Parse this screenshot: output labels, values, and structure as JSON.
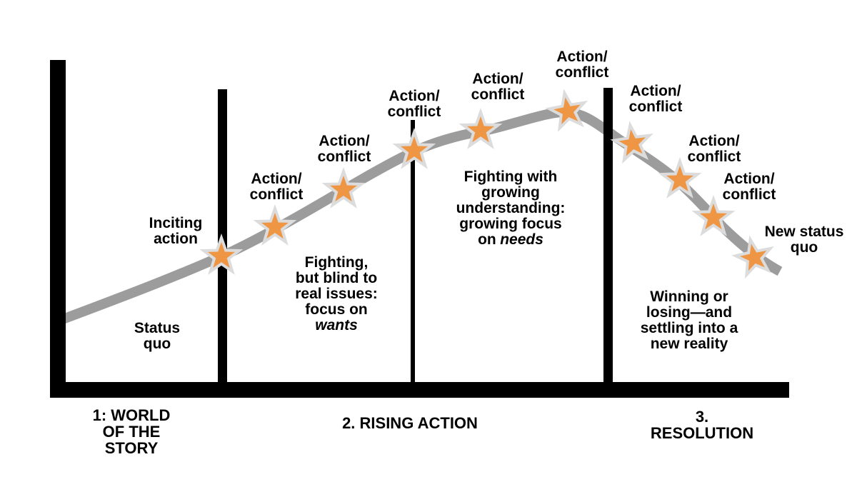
{
  "colors": {
    "background": "#FFFFFF",
    "axis_black": "#000000",
    "curve_gray": "#9C9C9C",
    "star_orange": "#EE9644",
    "star_outline": "#DCDCDC",
    "text": "#000000"
  },
  "phases": {
    "world_of_story": {
      "lines": [
        "1: WORLD",
        "OF THE",
        "STORY"
      ]
    },
    "rising_action": {
      "lines": [
        "2. RISING ACTION"
      ]
    },
    "resolution": {
      "lines": [
        "3.",
        "RESOLUTION"
      ]
    }
  },
  "annotations": {
    "status_quo": {
      "lines": [
        "Status",
        "quo"
      ]
    },
    "inciting_action": {
      "lines": [
        "Inciting",
        "action"
      ]
    },
    "action_conflict": {
      "lines": [
        "Action/",
        "conflict"
      ]
    },
    "fighting_wants": {
      "lines": [
        "Fighting,",
        "but blind to",
        "real issues:",
        "focus on"
      ],
      "emphasis": "wants"
    },
    "fighting_needs": {
      "lines": [
        "Fighting with",
        "growing",
        "understanding:",
        "growing focus"
      ],
      "last_line_prefix": "on",
      "emphasis": "needs"
    },
    "winning_losing": {
      "lines": [
        "Winning or",
        "losing—and",
        "settling into a",
        "new reality"
      ]
    },
    "new_status_quo": {
      "lines": [
        "New status",
        "quo"
      ]
    }
  },
  "stars": {
    "count": 10,
    "icon": "star-marker"
  }
}
